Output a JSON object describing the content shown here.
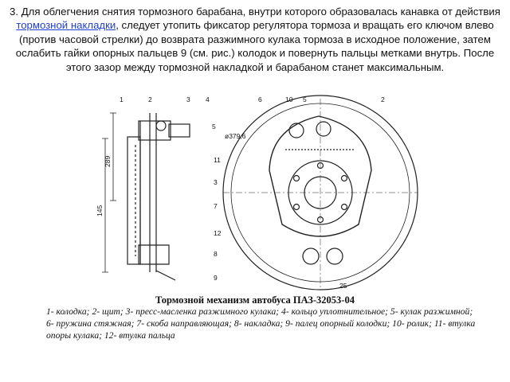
{
  "intro": {
    "part1": "3. Для облегчения снятия тормозного барабана, внутри которого образовалась канавка от действия ",
    "link": "тормозной накладки",
    "part2": ", следует утопить фиксатор регулятора тормоза и вращать его ключом влево (против часовой стрелки) до возврата разжимного кулака тормоза в исходное положение, затем ослабить гайки опорных пальцев 9 (см. рис.) колодок и повернуть пальцы метками внутрь. После этого зазор между тормозной накладкой и барабаном станет максимальным."
  },
  "figure": {
    "callouts_side": [
      "1",
      "2",
      "3",
      "4",
      "5",
      "11",
      "3",
      "7",
      "12",
      "8",
      "9"
    ],
    "callouts_front": [
      "6",
      "10",
      "5",
      "2"
    ],
    "dim_labels": {
      "diameter": "ø379,6",
      "d289": "289",
      "d145": "145",
      "d25": "25"
    }
  },
  "caption": "Тормозной механизм автобуса ПАЗ-32053-04",
  "legend": "1- колодка; 2- щит; 3- пресс-масленка разжимного кулака; 4- кольцо уплотнительное; 5- кулак разжимной; 6- пружина стяжная; 7- скоба направляющая; 8- накладка; 9- палец опорный колодки; 10- ролик; 11- втулка опоры кулака; 12- втулка пальца"
}
